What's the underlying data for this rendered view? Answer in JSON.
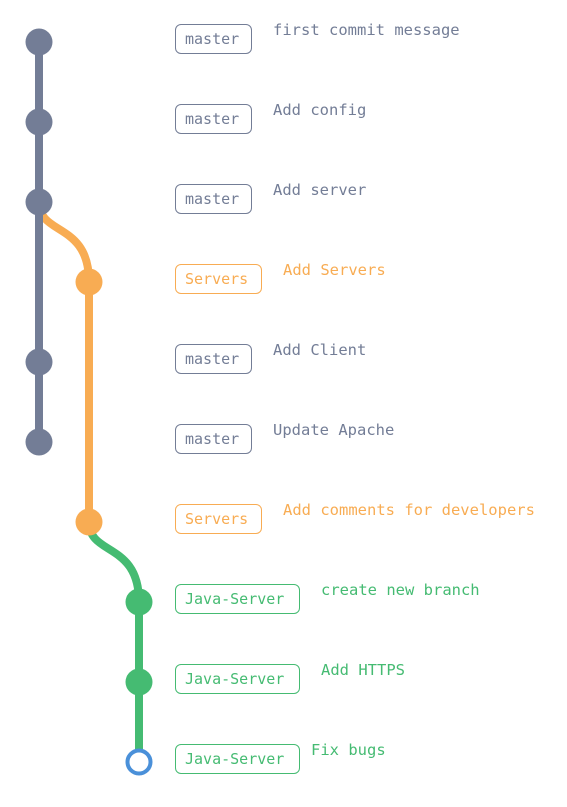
{
  "branches": {
    "master": {
      "color": "#737d96"
    },
    "Servers": {
      "color": "#f8ac53"
    },
    "Java-Server": {
      "color": "#45bb72"
    }
  },
  "commits": [
    {
      "branch": "master",
      "message": "first commit message"
    },
    {
      "branch": "master",
      "message": "Add config"
    },
    {
      "branch": "master",
      "message": "Add server"
    },
    {
      "branch": "Servers",
      "message": "Add Servers"
    },
    {
      "branch": "master",
      "message": "Add Client"
    },
    {
      "branch": "master",
      "message": "Update Apache"
    },
    {
      "branch": "Servers",
      "message": "Add comments for developers"
    },
    {
      "branch": "Java-Server",
      "message": "create new branch"
    },
    {
      "branch": "Java-Server",
      "message": "Add HTTPS"
    },
    {
      "branch": "Java-Server",
      "message": "Fix bugs",
      "is_head": true
    }
  ],
  "highlight_color": "#4a90d9"
}
